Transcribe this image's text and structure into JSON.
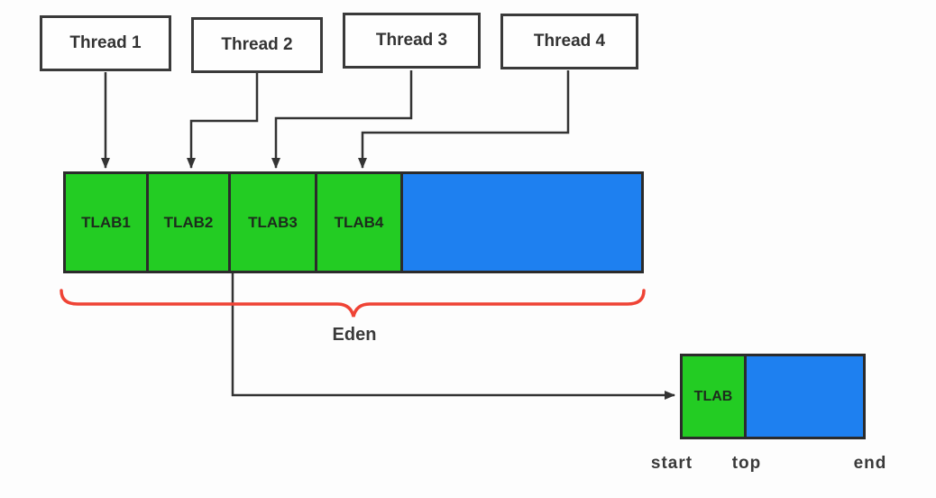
{
  "threads": [
    {
      "label": "Thread 1"
    },
    {
      "label": "Thread 2"
    },
    {
      "label": "Thread 3"
    },
    {
      "label": "Thread 4"
    }
  ],
  "eden": {
    "label": "Eden",
    "tlabs": [
      "TLAB1",
      "TLAB2",
      "TLAB3",
      "TLAB4"
    ]
  },
  "detail_box": {
    "tlab_label": "TLAB",
    "start_label": "start",
    "top_label": "top",
    "end_label": "end"
  },
  "colors": {
    "tlab_green": "#23cc23",
    "free_blue": "#1e80f0",
    "brace_red": "#ef4335",
    "arrow_dark": "#333333"
  }
}
